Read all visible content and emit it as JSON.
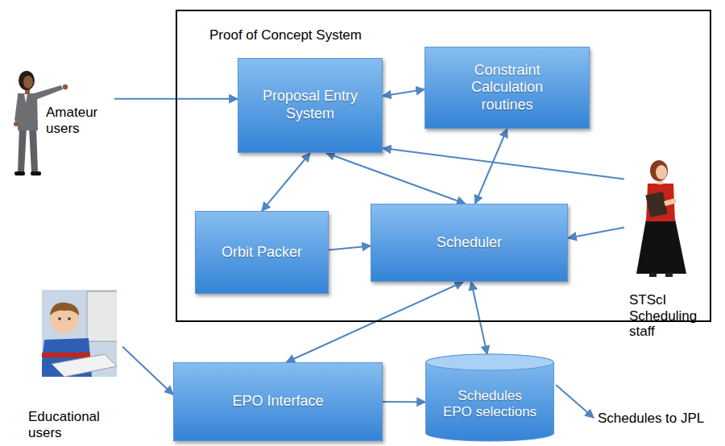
{
  "diagram": {
    "nodes": [
      {
        "text": [
          "Proof of Concept System"
        ]
      },
      {
        "text": [
          "Amateur users"
        ]
      },
      {
        "text": [
          "Proposal Entry System"
        ],
        "in": 0
      },
      {
        "text": [
          "Constraint Calculation routines"
        ],
        "in": 0
      },
      {
        "text": [
          "Orbit Packer"
        ],
        "in": 0
      },
      {
        "text": [
          "Scheduler"
        ],
        "in": 0
      },
      {
        "text": [
          "STScI Scheduling staff"
        ]
      },
      {
        "text": [
          "Educational users"
        ]
      },
      {
        "text": [
          "EPO Interface"
        ]
      },
      {
        "text": [
          "Schedules EPO selections"
        ]
      }
    ],
    "edges": [
      {
        "from": 1,
        "to": 2,
        "arrow": "to"
      },
      {
        "from": 2,
        "to": 3,
        "arrow": "both"
      },
      {
        "from": 2,
        "to": 4,
        "arrow": "both"
      },
      {
        "from": 2,
        "to": 5,
        "arrow": "both"
      },
      {
        "from": 3,
        "to": 5,
        "arrow": "both"
      },
      {
        "from": 4,
        "to": 5,
        "arrow": "to"
      },
      {
        "from": 6,
        "to": 2,
        "arrow": "to"
      },
      {
        "from": 6,
        "to": 5,
        "arrow": "to"
      },
      {
        "from": 5,
        "to": 8,
        "arrow": "both"
      },
      {
        "from": 5,
        "to": 9,
        "arrow": "both"
      },
      {
        "from": 7,
        "to": 8,
        "arrow": "to"
      },
      {
        "from": 8,
        "to": 9,
        "arrow": "to"
      }
    ],
    "labels": [
      "Schedules to JPL"
    ]
  }
}
